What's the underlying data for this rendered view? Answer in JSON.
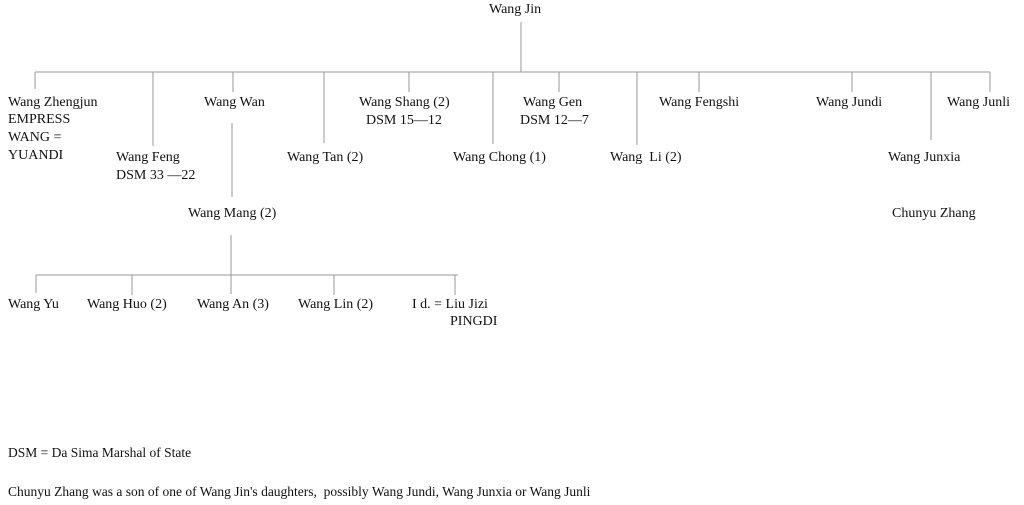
{
  "root": {
    "name": "Wang Jin"
  },
  "children": {
    "zhengjun": {
      "name": "Wang Zhengjun",
      "lines": [
        "EMPRESS",
        "WANG =",
        "YUANDI"
      ]
    },
    "feng": {
      "name": "Wang Feng",
      "note": "DSM 33 —22"
    },
    "wan": {
      "name": "Wang Wan"
    },
    "tan": {
      "name": "Wang Tan (2)"
    },
    "shang": {
      "name": "Wang Shang (2)",
      "note": "DSM 15—12"
    },
    "chong": {
      "name": "Wang Chong (1)"
    },
    "gen": {
      "name": "Wang Gen",
      "note": "DSM 12—7"
    },
    "li": {
      "name": "Wang  Li (2)"
    },
    "fengshi": {
      "name": "Wang Fengshi"
    },
    "jundi": {
      "name": "Wang Jundi"
    },
    "junxia": {
      "name": "Wang Junxia"
    },
    "junli": {
      "name": "Wang Junli"
    }
  },
  "chunyu": {
    "name": "Chunyu Zhang"
  },
  "mang": {
    "name": "Wang Mang (2)"
  },
  "mang_children": {
    "yu": "Wang Yu",
    "huo": "Wang Huo (2)",
    "an": "Wang An (3)",
    "lin": "Wang Lin (2)",
    "daughter": "I d. = Liu Jizi",
    "daughter_note": "PINGDI"
  },
  "notes": {
    "dsm": "DSM = Da Sima Marshal of State",
    "chunyu": "Chunyu Zhang was a son of one of Wang Jin's daughters,  possibly Wang Jundi, Wang Junxia or Wang Junli"
  }
}
